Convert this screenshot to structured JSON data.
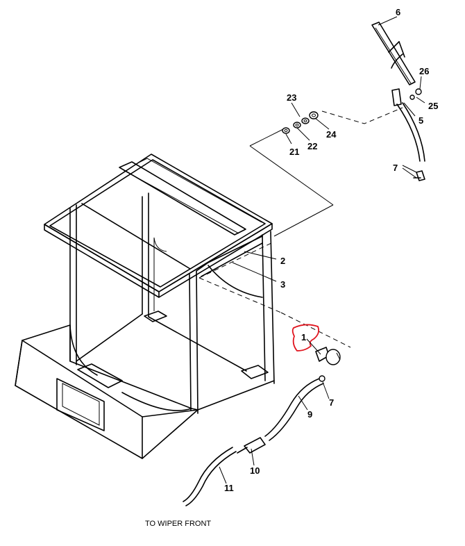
{
  "callouts": {
    "c1": "1",
    "c2": "2",
    "c3": "3",
    "c5": "5",
    "c6": "6",
    "c7a": "7",
    "c7b": "7",
    "c9": "9",
    "c10": "10",
    "c11": "11",
    "c21": "21",
    "c22": "22",
    "c23": "23",
    "c24": "24",
    "c25": "25",
    "c26": "26"
  },
  "caption": "TO WIPER FRONT",
  "highlight_color": "#e0141e"
}
